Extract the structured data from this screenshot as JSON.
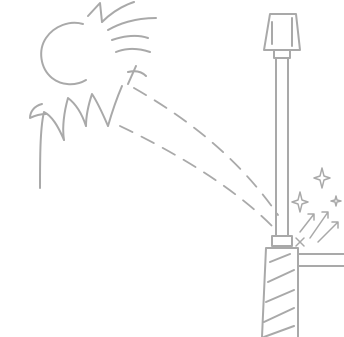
{
  "illustration": {
    "stroke_color": "#a9a9a9",
    "background": "#ffffff",
    "elements": [
      "sun",
      "sun-rays",
      "light-beam",
      "rod",
      "rod-cap",
      "rod-holder",
      "sparkles",
      "base-platform"
    ]
  }
}
